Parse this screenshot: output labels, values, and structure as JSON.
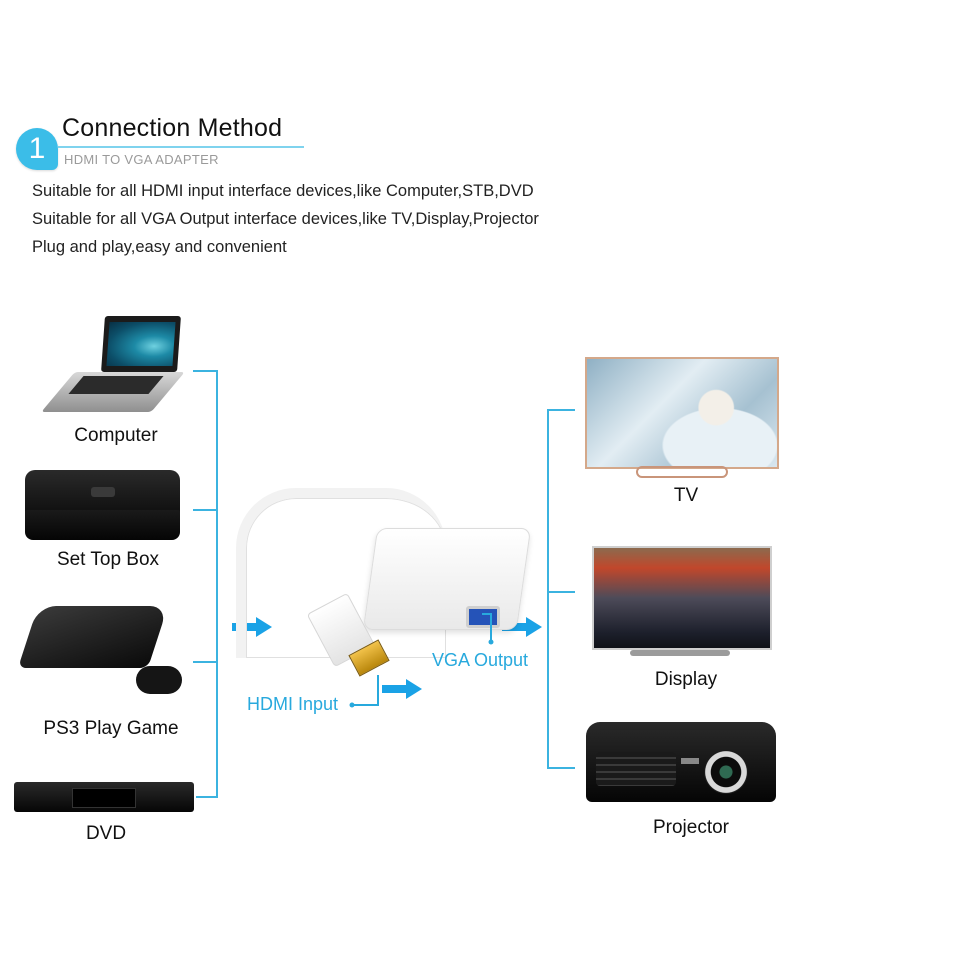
{
  "header": {
    "step_number": "1",
    "title": "Connection Method",
    "subtitle": "HDMI TO VGA ADAPTER"
  },
  "description": [
    "Suitable for all HDMI input interface devices,like Computer,STB,DVD",
    "Suitable for all VGA Output interface devices,like TV,Display,Projector",
    "Plug and play,easy and convenient"
  ],
  "input_devices": [
    {
      "label": "Computer",
      "icon": "laptop-icon"
    },
    {
      "label": "Set Top Box",
      "icon": "set-top-box-icon"
    },
    {
      "label": "PS3 Play Game",
      "icon": "game-console-icon"
    },
    {
      "label": "DVD",
      "icon": "dvd-player-icon"
    }
  ],
  "adapter": {
    "input_label": "HDMI Input",
    "output_label": "VGA Output"
  },
  "output_devices": [
    {
      "label": "TV",
      "icon": "tv-icon"
    },
    {
      "label": "Display",
      "icon": "monitor-icon"
    },
    {
      "label": "Projector",
      "icon": "projector-icon"
    }
  ],
  "colors": {
    "accent": "#3bb3e0",
    "badge": "#3bbde8",
    "port_label": "#28a9dd",
    "subtitle": "#9a9a9a"
  }
}
